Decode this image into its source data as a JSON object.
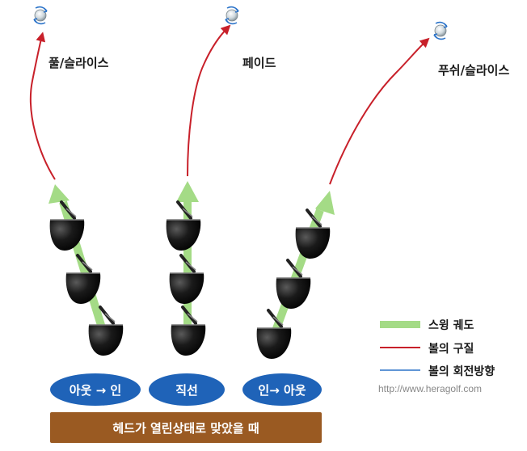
{
  "trajectories": [
    {
      "label": "풀/슬라이스",
      "path_label": "아웃 → 인"
    },
    {
      "label": "페이드",
      "path_label": "직선"
    },
    {
      "label": "푸쉬/슬라이스",
      "path_label": "인→ 아웃"
    }
  ],
  "banner": "헤드가 열린상태로 맞았을 때",
  "legend": [
    {
      "label": "스윙 궤도",
      "color": "#9ed97f"
    },
    {
      "label": "볼의 구질",
      "color": "#c8202a"
    },
    {
      "label": "볼의 회전방향",
      "color": "#2b73c9"
    }
  ],
  "credit": "http://www.heragolf.com",
  "icons": [
    "ball-spin-icon",
    "club-head-icon"
  ]
}
